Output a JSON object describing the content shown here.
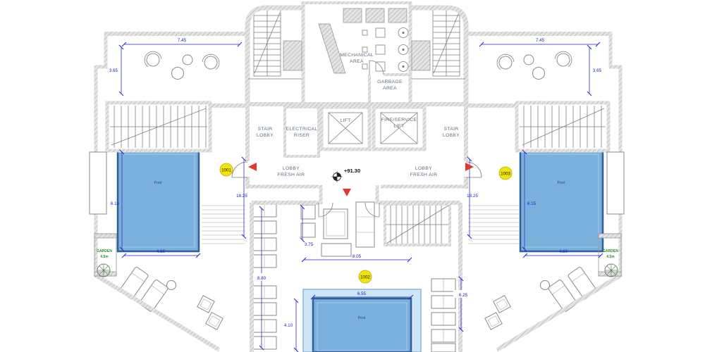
{
  "colors": {
    "pool_fill": "#7ab0dc",
    "pool_edge": "#2f5f96",
    "pool_inner": "#aacbe8",
    "pool_deck": "#cfe4f4",
    "dimension_blue": "#2323c8",
    "marker_yellow": "#f2e409",
    "arrow_red": "#e03a2f",
    "garden_green": "#2e8b2e"
  },
  "rooms": {
    "mechanical_area": {
      "line1": "MECHANICAL",
      "line2": "AREA"
    },
    "garbage_area": {
      "line1": "GARBAGE",
      "line2": "AREA"
    },
    "lift": {
      "line1": "LIFT"
    },
    "fire_service_lift": {
      "line1": "FIRE/SERVICE",
      "line2": "LIFT"
    },
    "stair_lobby_left": {
      "line1": "STAIR",
      "line2": "LOBBY"
    },
    "stair_lobby_right": {
      "line1": "STAIR",
      "line2": "LOBBY"
    },
    "electrical_riser": {
      "line1": "ELECTRICAL",
      "line2": "RISER"
    },
    "lobby_fresh_air_left": {
      "line1": "LOBBY",
      "line2": "FRESH AIR"
    },
    "lobby_fresh_air_right": {
      "line1": "LOBBY",
      "line2": "FRESH AIR"
    }
  },
  "level_marker": {
    "value": "+91.30"
  },
  "unit_markers": {
    "unit_left": "1001",
    "unit_center": "1002",
    "unit_right": "1003"
  },
  "pools": {
    "left_label": "Pool",
    "center_label": "Pool",
    "right_label": "Pool"
  },
  "garden_left": {
    "label": "GARDEN",
    "size": "4.5m"
  },
  "garden_right": {
    "label": "GARDEN",
    "size": "4.5m"
  },
  "dimensions": {
    "left_terrace_width": "7.45",
    "left_terrace_depth": "3.65",
    "left_pool_length": "6.15",
    "left_pool_width": "4.60",
    "left_wing_span": "18.25",
    "right_terrace_width": "7.45",
    "right_terrace_depth": "3.65",
    "right_pool_length": "6.15",
    "right_pool_width": "4.60",
    "right_wing_span": "18.25",
    "living_width": "3.75",
    "living_span": "8.05",
    "left_closet_run": "8.80",
    "center_pool_width": "6.55",
    "right_closet_run": "6.25",
    "center_pool_length": "4.10"
  }
}
